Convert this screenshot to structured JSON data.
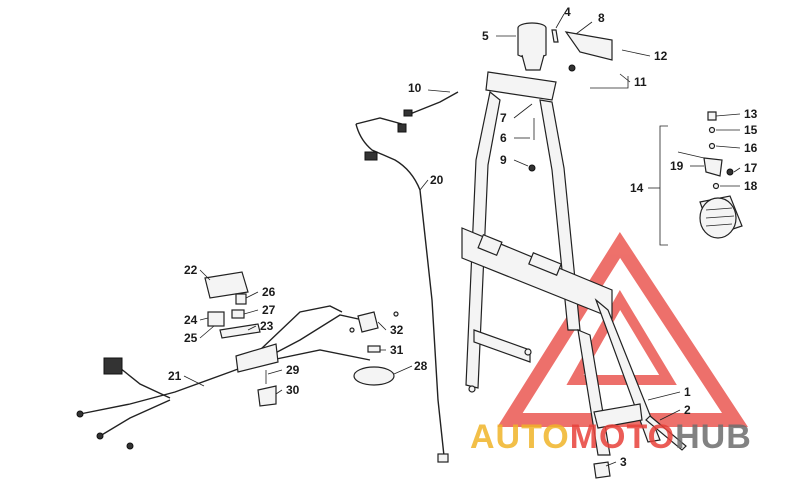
{
  "labels": [
    {
      "id": "1",
      "text": "1"
    },
    {
      "id": "2",
      "text": "2"
    },
    {
      "id": "3",
      "text": "3"
    },
    {
      "id": "4",
      "text": "4"
    },
    {
      "id": "5",
      "text": "5"
    },
    {
      "id": "6",
      "text": "6"
    },
    {
      "id": "7",
      "text": "7"
    },
    {
      "id": "8",
      "text": "8"
    },
    {
      "id": "9",
      "text": "9"
    },
    {
      "id": "10",
      "text": "10"
    },
    {
      "id": "11",
      "text": "11"
    },
    {
      "id": "12",
      "text": "12"
    },
    {
      "id": "13",
      "text": "13"
    },
    {
      "id": "14",
      "text": "14"
    },
    {
      "id": "15",
      "text": "15"
    },
    {
      "id": "16",
      "text": "16"
    },
    {
      "id": "17",
      "text": "17"
    },
    {
      "id": "18",
      "text": "18"
    },
    {
      "id": "19",
      "text": "19"
    },
    {
      "id": "20",
      "text": "20"
    },
    {
      "id": "21",
      "text": "21"
    },
    {
      "id": "22",
      "text": "22"
    },
    {
      "id": "23",
      "text": "23"
    },
    {
      "id": "24",
      "text": "24"
    },
    {
      "id": "25",
      "text": "25"
    },
    {
      "id": "26",
      "text": "26"
    },
    {
      "id": "27",
      "text": "27"
    },
    {
      "id": "28",
      "text": "28"
    },
    {
      "id": "29",
      "text": "29"
    },
    {
      "id": "30",
      "text": "30"
    },
    {
      "id": "31",
      "text": "31"
    },
    {
      "id": "32",
      "text": "32"
    }
  ],
  "watermark": {
    "part1": "AUTO",
    "part2": "MOTO",
    "part3": "HUB",
    "color_red": "#e8413a",
    "color_gold": "#f0b429",
    "color_grey": "#6d6d6d"
  }
}
